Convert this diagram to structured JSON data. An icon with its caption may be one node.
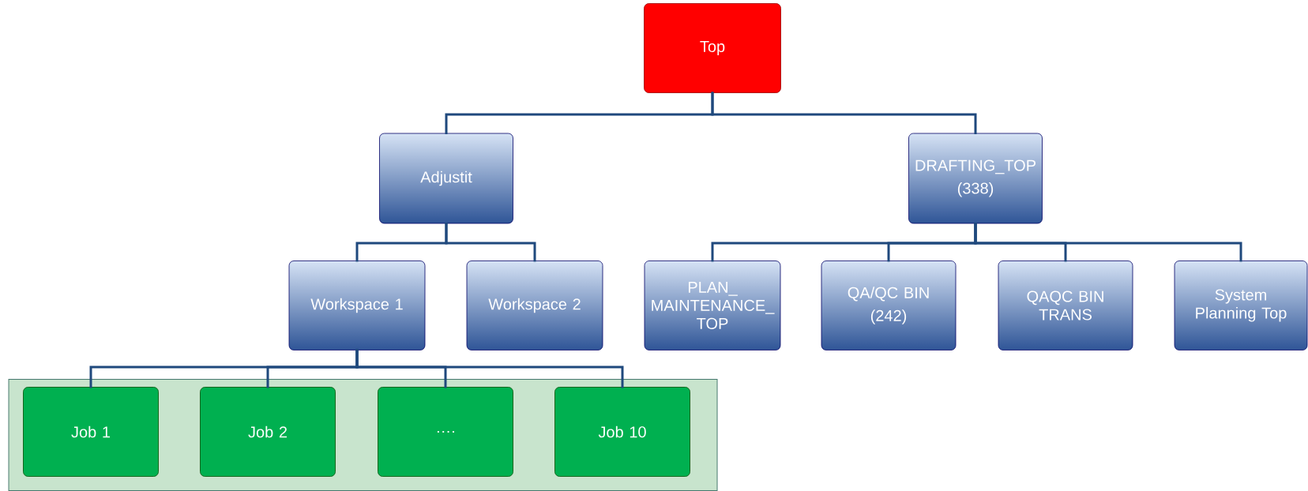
{
  "diagram": {
    "nodes": [
      {
        "text": [
          "Top"
        ]
      },
      {
        "text": [
          "Adjustit"
        ]
      },
      {
        "text": [
          "DRAFTING_TOP",
          "(338)"
        ]
      },
      {
        "text": [
          "Workspace 1"
        ]
      },
      {
        "text": [
          "Workspace 2"
        ]
      },
      {
        "text": [
          "PLAN_MAINTENANCE_TOP"
        ]
      },
      {
        "text": [
          "QA/QC BIN",
          "(242)"
        ]
      },
      {
        "text": [
          "QAQC BIN TRANS"
        ]
      },
      {
        "text": [
          "System Planning Top"
        ]
      },
      {
        "text": [],
        "shape": "box"
      },
      {
        "text": [
          "Job 1"
        ],
        "in": 9
      },
      {
        "text": [
          "Job 2"
        ],
        "in": 9
      },
      {
        "text": [
          "…."
        ],
        "in": 9
      },
      {
        "text": [
          "Job 10"
        ],
        "in": 9
      }
    ],
    "edges": [
      {
        "from": 0,
        "to": 1,
        "arrow": "none"
      },
      {
        "from": 0,
        "to": 2,
        "arrow": "none"
      },
      {
        "from": 1,
        "to": 3,
        "arrow": "none"
      },
      {
        "from": 1,
        "to": 4,
        "arrow": "none"
      },
      {
        "from": 2,
        "to": 5,
        "arrow": "none"
      },
      {
        "from": 2,
        "to": 6,
        "arrow": "none"
      },
      {
        "from": 2,
        "to": 7,
        "arrow": "none"
      },
      {
        "from": 2,
        "to": 8,
        "arrow": "none"
      },
      {
        "from": 3,
        "to": 10,
        "arrow": "none"
      },
      {
        "from": 3,
        "to": 11,
        "arrow": "none"
      },
      {
        "from": 3,
        "to": 12,
        "arrow": "none"
      },
      {
        "from": 3,
        "to": 13,
        "arrow": "none"
      }
    ]
  }
}
